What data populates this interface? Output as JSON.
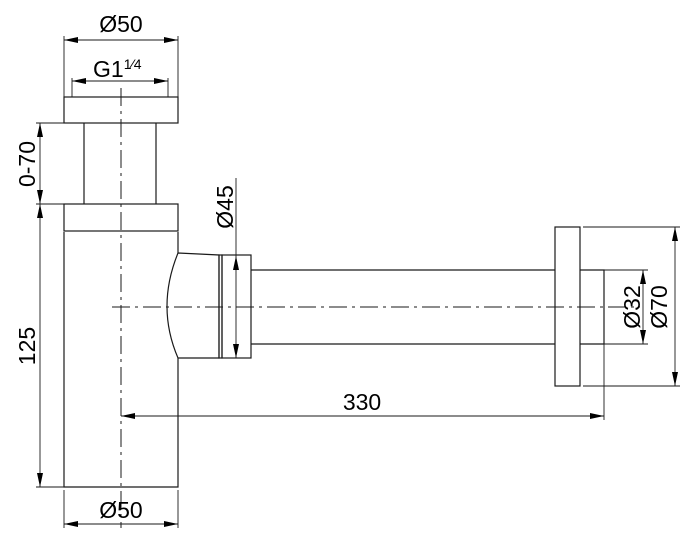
{
  "title": "Bottle trap technical drawing",
  "dimensions": {
    "top_outer_diameter": "Ø50",
    "thread": "G1",
    "thread_fraction": "1⁄4",
    "height_adjust": "0-70",
    "body_height": "125",
    "outlet_diameter": "Ø45",
    "bottom_diameter": "Ø50",
    "horizontal_length": "330",
    "pipe_diameter": "Ø32",
    "flange_diameter": "Ø70"
  },
  "colors": {
    "line": "#1a1a1a",
    "background": "#ffffff"
  }
}
